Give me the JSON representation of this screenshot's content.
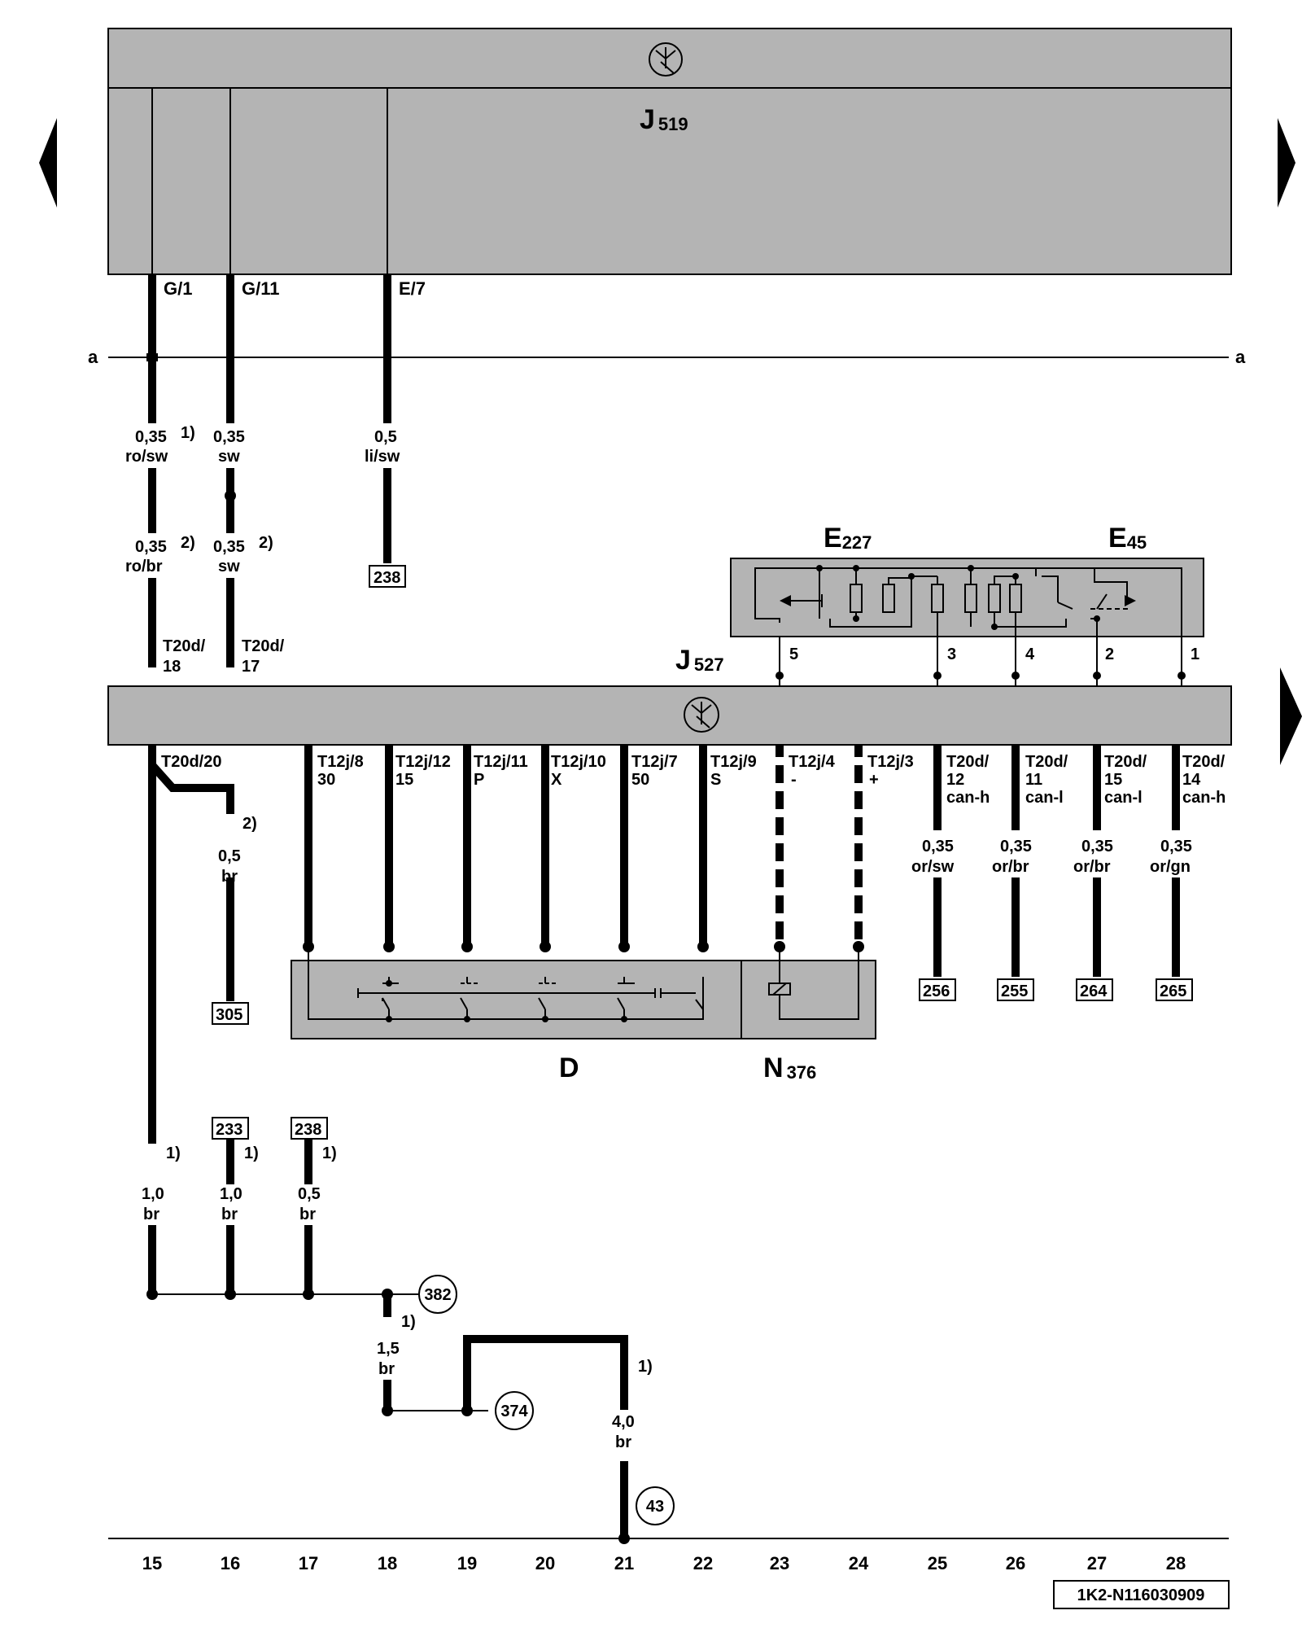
{
  "top_module": {
    "letter": "J",
    "num": "519"
  },
  "top_pins": [
    "G/1",
    "G/11",
    "E/7"
  ],
  "reference_line": {
    "left": "a",
    "right": "a"
  },
  "wires_upper": [
    {
      "size": "0,35",
      "color": "ro/sw",
      "note": "1)"
    },
    {
      "size": "0,35",
      "color": "sw",
      "note": ""
    },
    {
      "size": "0,5",
      "color": "li/sw",
      "note": ""
    },
    {
      "size": "0,35",
      "color": "ro/br",
      "note": "2)"
    },
    {
      "size": "0,35",
      "color": "sw",
      "note": "2)"
    }
  ],
  "ref_boxes": [
    "238",
    "305",
    "256",
    "255",
    "264",
    "265",
    "233",
    "238"
  ],
  "switch_block": {
    "e227": {
      "letter": "E",
      "num": "227"
    },
    "e45": {
      "letter": "E",
      "num": "45"
    },
    "pins": [
      "5",
      "3",
      "4",
      "2",
      "1"
    ]
  },
  "mid_module": {
    "letter": "J",
    "num": "527"
  },
  "mid_upper_pins": [
    {
      "a": "T20d/",
      "b": "18"
    },
    {
      "a": "T20d/",
      "b": "17"
    }
  ],
  "mid_lower_pins": [
    {
      "a": "T20d/20",
      "b": "",
      "c": ""
    },
    {
      "a": "T12j/8",
      "b": "30",
      "c": ""
    },
    {
      "a": "T12j/12",
      "b": "15",
      "c": ""
    },
    {
      "a": "T12j/11",
      "b": "P",
      "c": ""
    },
    {
      "a": "T12j/10",
      "b": "X",
      "c": ""
    },
    {
      "a": "T12j/7",
      "b": "50",
      "c": ""
    },
    {
      "a": "T12j/9",
      "b": "S",
      "c": ""
    },
    {
      "a": "T12j/4",
      "b": "-",
      "c": ""
    },
    {
      "a": "T12j/3",
      "b": "+",
      "c": ""
    },
    {
      "a": "T20d/",
      "b": "12",
      "c": "can-h"
    },
    {
      "a": "T20d/",
      "b": "11",
      "c": "can-l"
    },
    {
      "a": "T20d/",
      "b": "15",
      "c": "can-l"
    },
    {
      "a": "T20d/",
      "b": "14",
      "c": "can-h"
    }
  ],
  "can_wires": [
    {
      "size": "0,35",
      "color": "or/sw"
    },
    {
      "size": "0,35",
      "color": "or/br"
    },
    {
      "size": "0,35",
      "color": "or/br"
    },
    {
      "size": "0,35",
      "color": "or/gn"
    }
  ],
  "branch_wire": {
    "note": "2)",
    "size": "0,5",
    "color": "br"
  },
  "component_d": {
    "letter": "D"
  },
  "component_n": {
    "letter": "N",
    "num": "376"
  },
  "ground_wires": [
    {
      "note": "1)",
      "size": "1,0",
      "color": "br"
    },
    {
      "note": "1)",
      "size": "1,0",
      "color": "br"
    },
    {
      "note": "1)",
      "size": "0,5",
      "color": "br"
    },
    {
      "note": "1)",
      "size": "1,5",
      "color": "br"
    },
    {
      "note": "1)",
      "size": "4,0",
      "color": "br"
    }
  ],
  "ground_points": [
    "382",
    "374",
    "43"
  ],
  "bottom_numbers": [
    "15",
    "16",
    "17",
    "18",
    "19",
    "20",
    "21",
    "22",
    "23",
    "24",
    "25",
    "26",
    "27",
    "28"
  ],
  "doc_code": "1K2-N116030909",
  "colors": {
    "module_fill": "#b4b4b4",
    "wire": "#000000",
    "background": "#ffffff"
  }
}
